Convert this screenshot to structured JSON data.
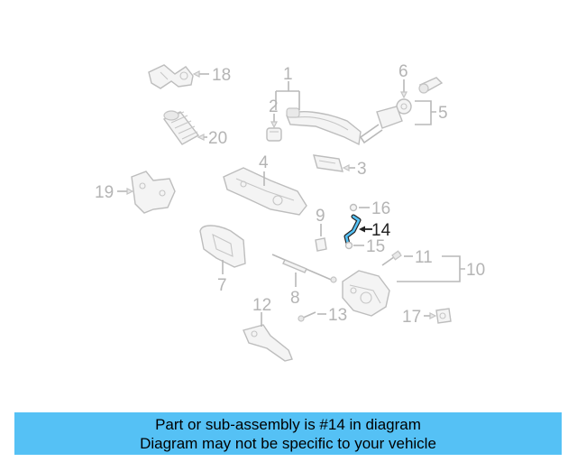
{
  "callouts": [
    {
      "id": "1",
      "label": "1"
    },
    {
      "id": "2",
      "label": "2"
    },
    {
      "id": "3",
      "label": "3"
    },
    {
      "id": "4",
      "label": "4"
    },
    {
      "id": "5",
      "label": "5"
    },
    {
      "id": "6",
      "label": "6"
    },
    {
      "id": "7",
      "label": "7"
    },
    {
      "id": "8",
      "label": "8"
    },
    {
      "id": "9",
      "label": "9"
    },
    {
      "id": "10",
      "label": "10"
    },
    {
      "id": "11",
      "label": "11"
    },
    {
      "id": "12",
      "label": "12"
    },
    {
      "id": "13",
      "label": "13"
    },
    {
      "id": "14",
      "label": "14"
    },
    {
      "id": "15",
      "label": "15"
    },
    {
      "id": "16",
      "label": "16"
    },
    {
      "id": "17",
      "label": "17"
    },
    {
      "id": "18",
      "label": "18"
    },
    {
      "id": "19",
      "label": "19"
    },
    {
      "id": "20",
      "label": "20"
    }
  ],
  "highlighted_part": "14",
  "highlight_color": "#55c1f5",
  "banner": {
    "line1": "Part or sub-assembly is #14 in diagram",
    "line2": "Diagram may not be specific to your vehicle",
    "color": "#55c1f5"
  }
}
